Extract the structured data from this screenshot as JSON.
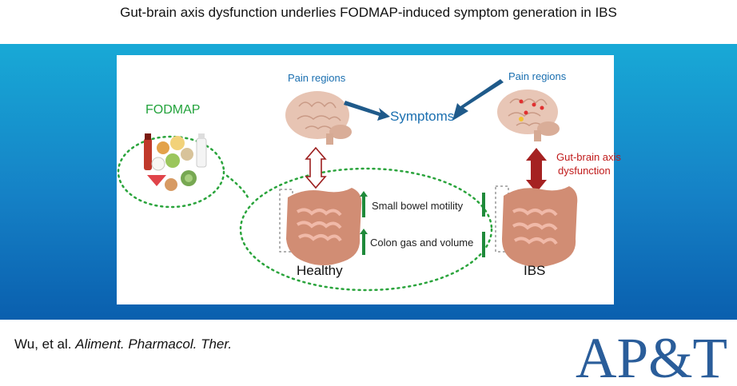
{
  "title": "Gut-brain axis dysfunction underlies FODMAP-induced symptom generation in IBS",
  "diagram": {
    "fodmap_label": "FODMAP",
    "pain_regions_left": "Pain regions",
    "pain_regions_right": "Pain regions",
    "symptoms": "Symptoms",
    "gut_brain_axis": "Gut-brain axis",
    "dysfunction": "dysfunction",
    "small_bowel_motility": "Small bowel motility",
    "colon_gas": "Colon gas and volume",
    "healthy": "Healthy",
    "ibs": "IBS",
    "colors": {
      "fodmap_green": "#23a33c",
      "symptom_blue": "#1a6fb0",
      "dysfunction_red": "#c01a1a",
      "arrow_navy": "#1f5a8a"
    }
  },
  "citation": {
    "authors": "Wu, et al.",
    "journal": "Aliment. Pharmacol. Ther."
  },
  "logo": {
    "text": "AP&T",
    "color": "#2a5d9a"
  }
}
